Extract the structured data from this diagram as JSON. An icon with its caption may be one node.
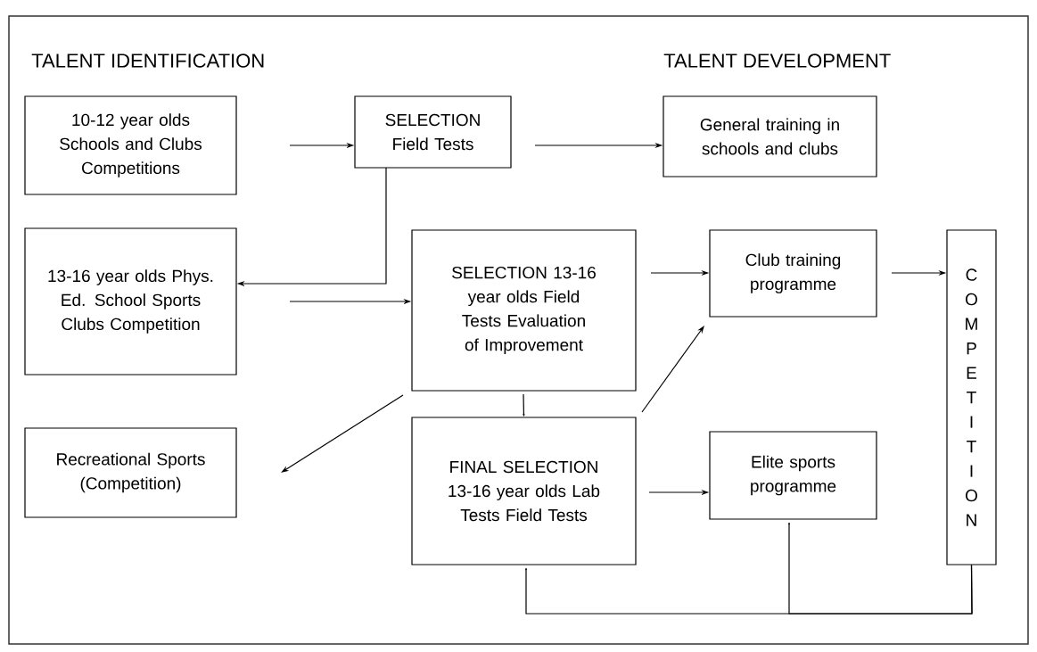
{
  "diagram": {
    "nodes": [
      {
        "text": [
          "10-12 year olds Schools and Clubs Competitions"
        ]
      },
      {
        "text": [
          "SELECTION Field Tests"
        ]
      },
      {
        "text": [
          "General training in schools and clubs"
        ]
      },
      {
        "text": [
          "13-16 year olds Phys. Ed. School Sports Clubs Competition"
        ]
      },
      {
        "text": [
          "SELECTION 13-16 year olds Field Tests Evaluation of Improvement"
        ]
      },
      {
        "text": [
          "Club training programme"
        ]
      },
      {
        "text": [
          "COMPETITION"
        ]
      },
      {
        "text": [
          "Recreational Sports (Competition)"
        ]
      },
      {
        "text": [
          "FINAL SELECTION 13-16 year olds Lab Tests Field Tests"
        ]
      },
      {
        "text": [
          "Elite sports programme"
        ]
      }
    ],
    "edges": [
      {
        "from": 0,
        "to": 1,
        "arrow": "to"
      },
      {
        "from": 1,
        "to": 2,
        "arrow": "to"
      },
      {
        "from": 1,
        "to": 3,
        "arrow": "to"
      },
      {
        "from": 3,
        "to": 4,
        "arrow": "to"
      },
      {
        "from": 4,
        "to": 5,
        "arrow": "to"
      },
      {
        "from": 5,
        "to": 6,
        "arrow": "to"
      },
      {
        "from": 4,
        "to": 8,
        "arrow": "to"
      },
      {
        "from": 4,
        "to": 7,
        "arrow": "to"
      },
      {
        "from": 8,
        "to": 5,
        "arrow": "to"
      },
      {
        "from": 8,
        "to": 9,
        "arrow": "to"
      },
      {
        "from": 6,
        "to": 8,
        "arrow": "to"
      },
      {
        "from": 6,
        "to": 9,
        "arrow": "to"
      }
    ],
    "labels": [
      "TALENT IDENTIFICATION",
      "TALENT DEVELOPMENT"
    ]
  }
}
